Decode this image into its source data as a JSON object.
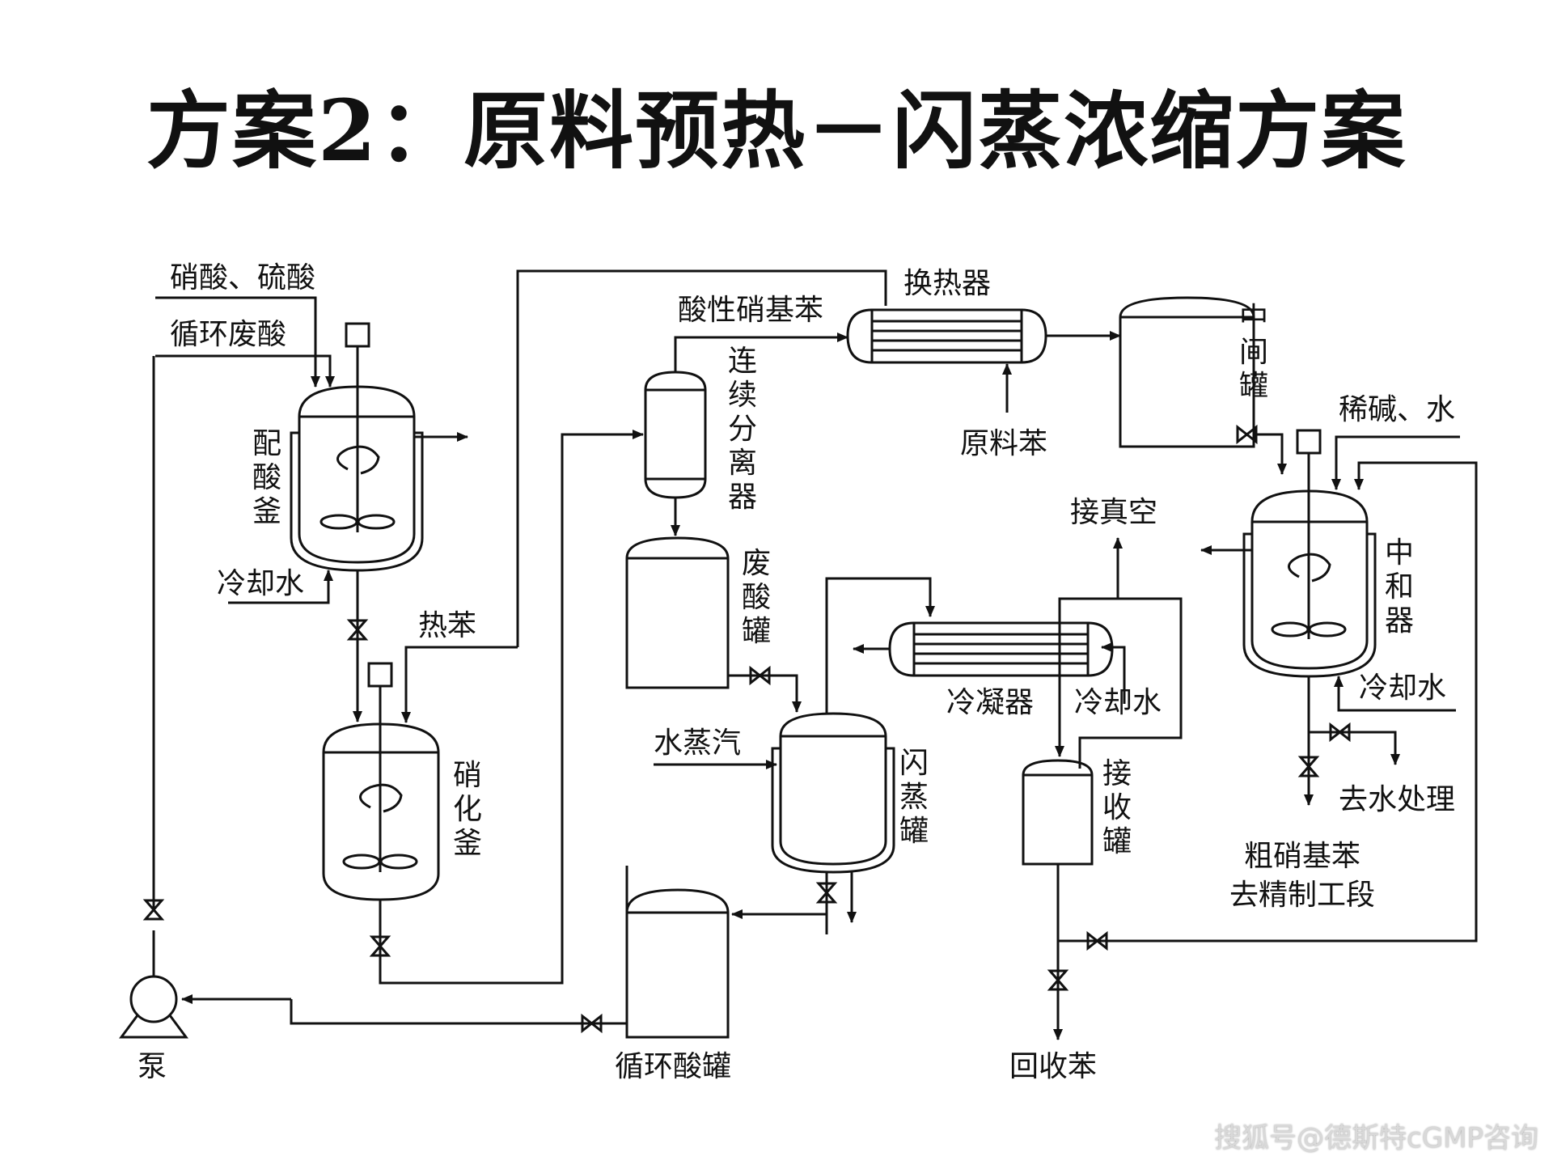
{
  "title": "方案2：原料预热－闪蒸浓缩方案",
  "watermark": "搜狐号@德斯特cGMP咨询",
  "labels": {
    "feed_acids": "硝酸、硫酸",
    "recycle_waste_acid": "循环废酸",
    "acid_mixing_kettle": "配酸釜",
    "cooling_water_1": "冷却水",
    "hot_benzene": "热苯",
    "nitration_kettle": "硝化釜",
    "pump": "泵",
    "acidic_nitrobenzene": "酸性硝基苯",
    "heat_exchanger": "换热器",
    "raw_benzene": "原料苯",
    "continuous_separator": "连续分离器",
    "waste_acid_tank": "废酸罐",
    "steam": "水蒸汽",
    "flash_tank": "闪蒸罐",
    "recycle_acid_tank": "循环酸罐",
    "condenser": "冷凝器",
    "cooling_water_2": "冷却水",
    "to_vacuum": "接真空",
    "receiver_tank": "接收罐",
    "recovered_benzene": "回收苯",
    "intermediate_tank": "中间罐",
    "dilute_alkali_water": "稀碱、水",
    "neutralizer": "中和器",
    "cooling_water_3": "冷却水",
    "to_water_treatment": "去水处理",
    "crude_nitrobenzene_1": "粗硝基苯",
    "crude_nitrobenzene_2": "去精制工段"
  }
}
